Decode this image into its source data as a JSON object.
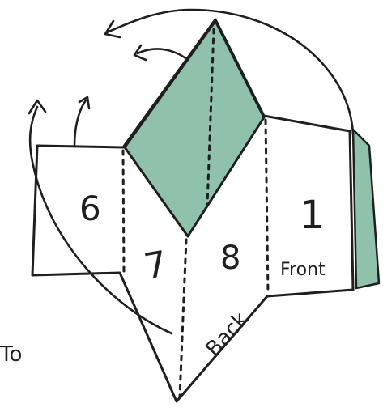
{
  "diagram": {
    "panels": [
      {
        "id": "panel-6",
        "label": "6"
      },
      {
        "id": "panel-7",
        "label": "7"
      },
      {
        "id": "panel-8",
        "label": "8"
      },
      {
        "id": "panel-1",
        "label": "1"
      }
    ],
    "front_label": "Front",
    "back_label": "Back",
    "partial_text": "To"
  },
  "colors": {
    "ink": "#1f1f1f",
    "accent_fill": "#8fc1ab",
    "paper": "#ffffff"
  }
}
